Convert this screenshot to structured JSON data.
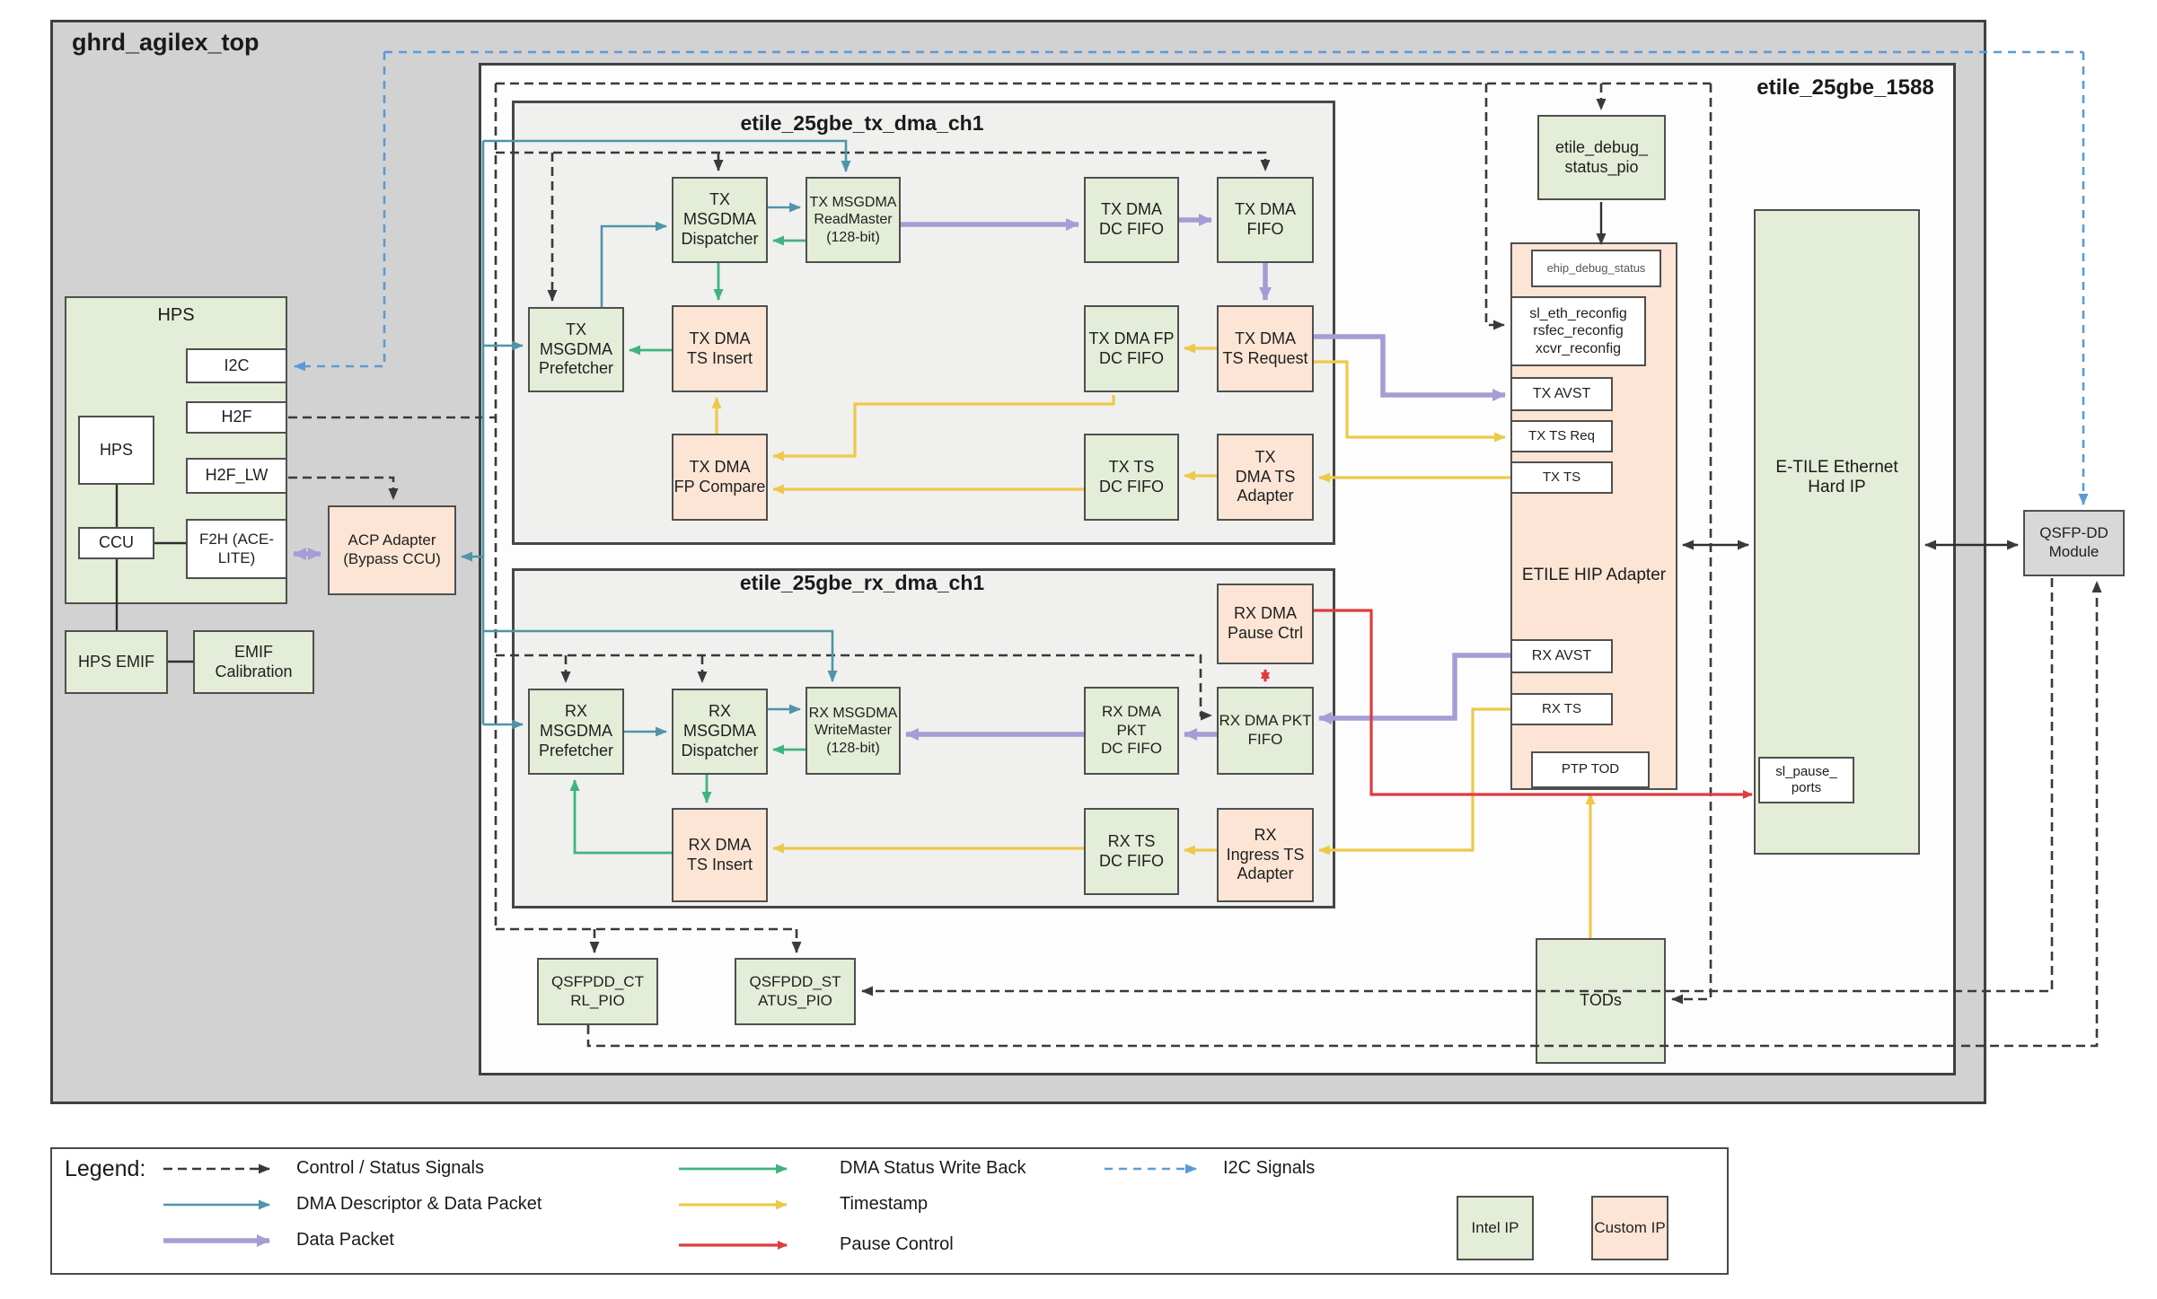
{
  "header": {
    "root_title": "ghrd_agilex_top",
    "etile_title": "etile_25gbe_1588"
  },
  "colors": {
    "control_signal": "#3a3a3a",
    "dma_descriptor": "#4e95a8",
    "dma_status_writeback": "#41b380",
    "data_packet": "#a79cd4",
    "timestamp": "#edc94b",
    "pause_control": "#df3b40",
    "i2c_signal": "#5b9bd5",
    "intel_ip_fill": "#e3edd7",
    "custom_ip_fill": "#fce5d5"
  },
  "blocks": {
    "hps_title": "HPS",
    "hps_core": "HPS",
    "i2c": "I2C",
    "h2f": "H2F",
    "h2f_lw": "H2F_LW",
    "f2h": "F2H (ACE-\nLITE)",
    "ccu": "CCU",
    "hps_emif": "HPS EMIF",
    "emif_cal": "EMIF\nCalibration",
    "acp": "ACP Adapter\n(Bypass CCU)",
    "tx_title": "etile_25gbe_tx_dma_ch1",
    "tx_prefetcher": "TX MSGDMA\nPrefetcher",
    "tx_dispatcher": "TX MSGDMA\nDispatcher",
    "tx_readmaster": "TX MSGDMA\nReadMaster\n(128-bit)",
    "tx_dc_fifo": "TX DMA\nDC FIFO",
    "tx_fifo": "TX DMA\nFIFO",
    "tx_ts_insert": "TX DMA\nTS Insert",
    "tx_fp_dc_fifo": "TX DMA FP\nDC FIFO",
    "tx_ts_request": "TX DMA\nTS Request",
    "tx_fp_compare": "TX DMA\nFP Compare",
    "tx_ts_dc_fifo": "TX TS\nDC FIFO",
    "tx_ts_adapter": "TX\nDMA TS\nAdapter",
    "rx_title": "etile_25gbe_rx_dma_ch1",
    "rx_pause": "RX DMA\nPause Ctrl",
    "rx_prefetcher": "RX MSGDMA\nPrefetcher",
    "rx_dispatcher": "RX MSGDMA\nDispatcher",
    "rx_writemaster": "RX MSGDMA\nWriteMaster\n(128-bit)",
    "rx_pkt_dc_fifo": "RX DMA PKT\nDC FIFO",
    "rx_pkt_fifo": "RX DMA PKT\nFIFO",
    "rx_ts_insert": "RX DMA\nTS Insert",
    "rx_ts_dc_fifo": "RX TS\nDC FIFO",
    "rx_ingress": "RX\nIngress TS\nAdapter",
    "debug_pio": "etile_debug_\nstatus_pio",
    "hip_title": "ETILE HIP Adapter",
    "ehip_debug_status": "ehip_debug_status",
    "reconfig": "sl_eth_reconfig\nrsfec_reconfig\nxcvr_reconfig",
    "tx_avst": "TX AVST",
    "tx_ts_req": "TX TS Req",
    "tx_ts": "TX TS",
    "rx_avst": "RX AVST",
    "rx_ts": "RX TS",
    "ptp_tod": "PTP TOD",
    "tods": "TODs",
    "hard_ip": "E-TILE Ethernet\nHard IP",
    "sl_pause": "sl_pause_\nports",
    "qsfp": "QSFP-DD\nModule",
    "ctrl_pio": "QSFPDD_CT\nRL_PIO",
    "status_pio": "QSFPDD_ST\nATUS_PIO"
  },
  "legend": {
    "title": "Legend:",
    "control": "Control / Status Signals",
    "dma_descriptor": "DMA Descriptor & Data Packet",
    "data_packet": "Data Packet",
    "dma_status": "DMA Status Write Back",
    "timestamp": "Timestamp",
    "pause": "Pause Control",
    "i2c": "I2C Signals",
    "intel_ip": "Intel IP",
    "custom_ip": "Custom IP"
  }
}
